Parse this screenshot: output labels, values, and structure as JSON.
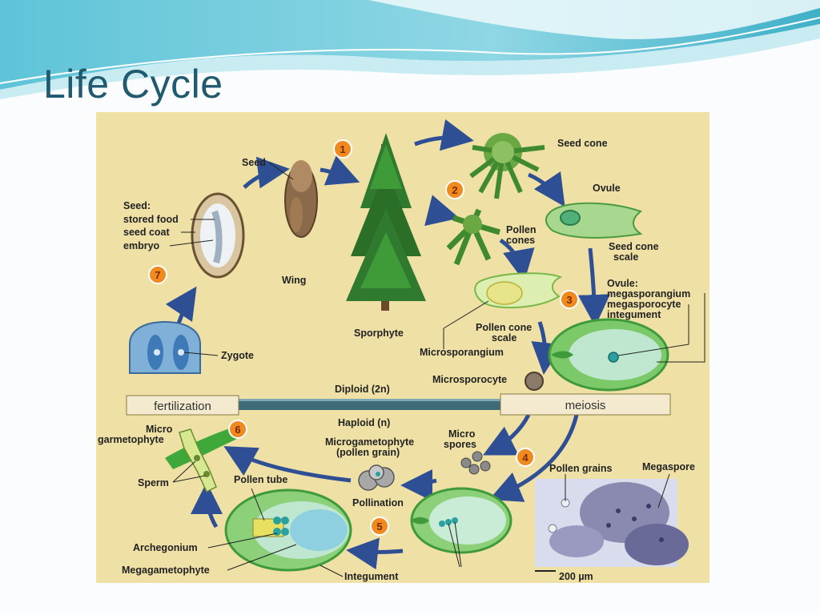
{
  "slide": {
    "title": "Life Cycle"
  },
  "diagram": {
    "steps": [
      "1",
      "2",
      "3",
      "4",
      "5",
      "6",
      "7"
    ],
    "labels": {
      "seed_top": "Seed",
      "seed_cone": "Seed cone",
      "ovule": "Ovule",
      "pollen_cones_1": "Pollen",
      "pollen_cones_2": "cones",
      "seed_cone_scale_1": "Seed cone",
      "seed_cone_scale_2": "scale",
      "seed_heading": "Seed:",
      "stored_food": "stored food",
      "seed_coat": "seed coat",
      "embryo": "embryo",
      "wing": "Wing",
      "ovule_heading": "Ovule:",
      "megasporangium": "megasporangium",
      "megasporocyte": "megasporocyte",
      "integument_top": "integument",
      "sporophyte": "Sporphyte",
      "pollen_cone_scale_1": "Pollen cone",
      "pollen_cone_scale_2": "scale",
      "microsporangium": "Microsporangium",
      "zygote": "Zygote",
      "microsporocyte": "Microsporocyte",
      "diploid": "Diploid (2n)",
      "fertilization": "fertilization",
      "meiosis": "meiosis",
      "haploid": "Haploid (n)",
      "micro_garmetophyte_1": "Micro",
      "micro_garmetophyte_2": "garmetophyte",
      "microgametophyte_1": "Microgametophyte",
      "microgametophyte_2": "(pollen grain)",
      "micro_spores_1": "Micro",
      "micro_spores_2": "spores",
      "pollen_grains": "Pollen grains",
      "megaspore": "Megaspore",
      "sperm": "Sperm",
      "pollen_tube": "Pollen tube",
      "pollination": "Pollination",
      "archegonium": "Archegonium",
      "megagametophyte": "Megagametophyte",
      "integument_bottom": "Integument",
      "scale_bar": "200 µm"
    }
  },
  "colors": {
    "panel_background": "#efe1a6",
    "title_color": "#1f5a6e",
    "arrow_blue": "#2f4f95",
    "badge_orange": "#f08a1e"
  }
}
